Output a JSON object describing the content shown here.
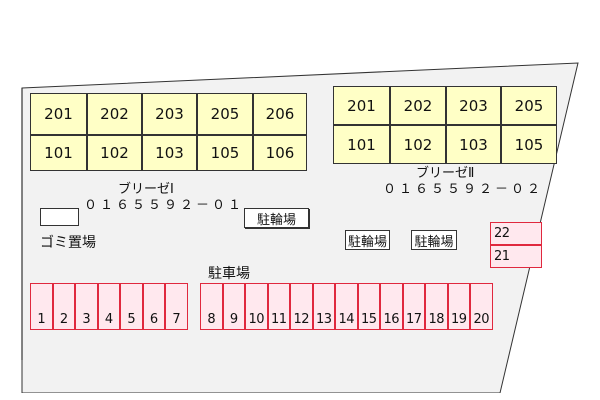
{
  "buildings": [
    {
      "name": "ブリーゼⅠ",
      "code": "０１６５５９２－０１",
      "upper": [
        "201",
        "202",
        "203",
        "205",
        "206"
      ],
      "lower": [
        "101",
        "102",
        "103",
        "105",
        "106"
      ]
    },
    {
      "name": "ブリーゼⅡ",
      "code": "０１６５５９２－０２",
      "upper": [
        "201",
        "202",
        "203",
        "205"
      ],
      "lower": [
        "101",
        "102",
        "103",
        "105"
      ]
    }
  ],
  "parking": {
    "label": "駐車場",
    "row_a": [
      "1",
      "2",
      "3",
      "4",
      "5",
      "6",
      "7"
    ],
    "row_b": [
      "8",
      "9",
      "10",
      "11",
      "12",
      "13",
      "14",
      "15",
      "16",
      "17",
      "18",
      "19",
      "20"
    ],
    "side": [
      "22",
      "21"
    ]
  },
  "facilities": {
    "bicycle_1": "駐輪場",
    "bicycle_2": "駐輪場",
    "bicycle_3": "駐輪場",
    "trash": "ゴミ置場"
  },
  "colors": {
    "unit_fill": "#ffffc6",
    "stall_fill": "#ffe8ee",
    "stall_border": "#e0283e"
  }
}
